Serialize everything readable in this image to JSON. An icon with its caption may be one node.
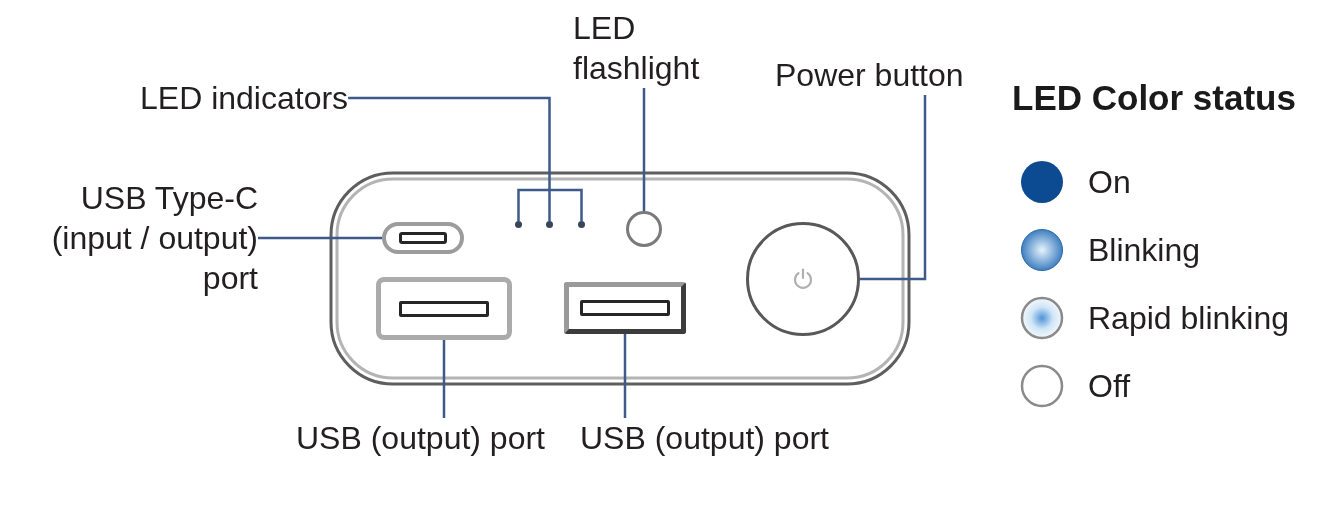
{
  "diagram": {
    "nodes": [
      {
        "text": [
          "LED indicators"
        ]
      },
      {
        "text": [
          "LED flashlight"
        ]
      },
      {
        "text": [
          "Power button"
        ]
      },
      {
        "text": [
          "USB Type-C (input / output) port"
        ]
      },
      {
        "text": [],
        "shape": "circle"
      },
      {
        "text": [],
        "shape": "circle"
      },
      {
        "text": [],
        "shape": "circle"
      },
      {
        "text": [],
        "shape": "circle"
      },
      {
        "text": [],
        "shape": "box"
      },
      {
        "text": [],
        "shape": "circle"
      },
      {
        "text": [],
        "shape": "box"
      },
      {
        "text": [],
        "shape": "box"
      },
      {
        "text": [
          "USB (output) port"
        ]
      },
      {
        "text": [
          "USB (output) port"
        ]
      }
    ],
    "edges": [
      {
        "from": 0,
        "to": 4,
        "arrow": "none"
      },
      {
        "from": 0,
        "to": 5,
        "arrow": "none"
      },
      {
        "from": 0,
        "to": 6,
        "arrow": "none"
      },
      {
        "from": 1,
        "to": 7,
        "arrow": "none"
      },
      {
        "from": 2,
        "to": 9,
        "arrow": "none"
      },
      {
        "from": 3,
        "to": 8,
        "arrow": "none"
      },
      {
        "from": 12,
        "to": 10,
        "arrow": "none"
      },
      {
        "from": 13,
        "to": 11,
        "arrow": "none"
      }
    ],
    "labels": [
      "LED Color status"
    ],
    "legend": [
      {
        "text": "On",
        "color": "#0c4a92"
      },
      {
        "text": "Blinking"
      },
      {
        "text": "Rapid blinking"
      },
      {
        "text": "Off"
      }
    ]
  }
}
